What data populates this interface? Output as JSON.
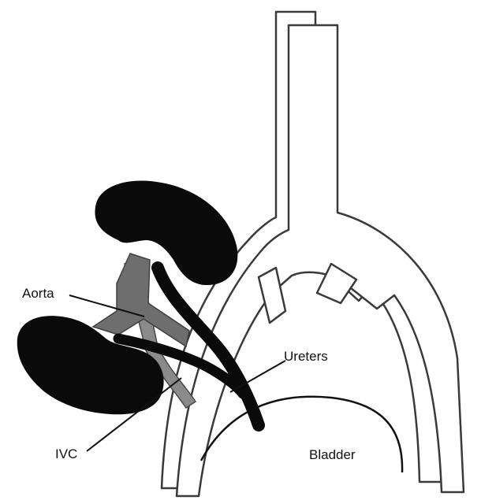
{
  "labels": {
    "aorta": "Aorta",
    "ureters": "Ureters",
    "ivc": "IVC",
    "bladder": "Bladder"
  },
  "colors": {
    "kidney": "#0a0a0a",
    "ureter": "#0a0a0a",
    "vessel_dark": "#6e6e6e",
    "vessel_light": "#8a8a8a",
    "great_vessels_outline": "#3a3a3a",
    "great_vessels_fill": "#ffffff",
    "leader_line": "#111111",
    "bladder_outline": "#111111"
  }
}
